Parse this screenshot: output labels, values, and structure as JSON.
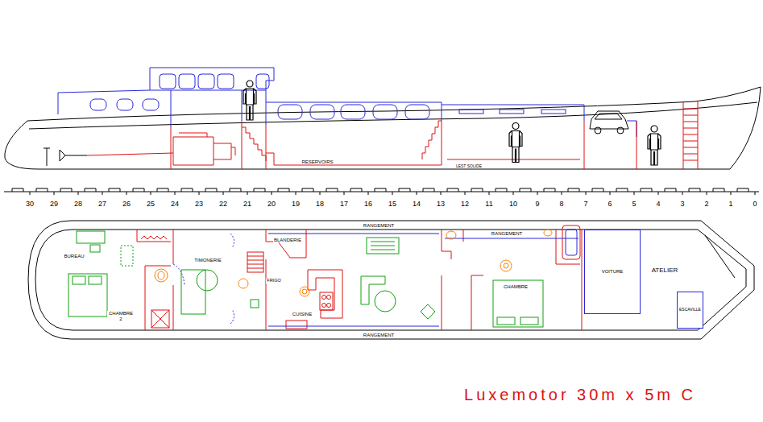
{
  "diagram": {
    "title": "Luxemotor 30m x 5m C",
    "nodes": [
      {
        "text": [
          "VOITURE"
        ]
      },
      {
        "text": [
          "ESCAVILLE"
        ]
      }
    ],
    "labels": [
      "RESERVOIRS",
      "LEST SOLIDE",
      "30",
      "29",
      "28",
      "27",
      "26",
      "25",
      "24",
      "23",
      "22",
      "21",
      "20",
      "19",
      "18",
      "17",
      "16",
      "15",
      "14",
      "13",
      "12",
      "11",
      "10",
      "9",
      "8",
      "7",
      "6",
      "5",
      "4",
      "3",
      "2",
      "1",
      "0",
      "BUREAU",
      "CHAMBRE 2",
      "TIMONERIE",
      "BLANDERIE",
      "FRIGO",
      "CUISINE",
      "RANGEMENT",
      "RANGEMENT",
      "RANGEMENT",
      "CHAMBRE",
      "ATELIER"
    ]
  }
}
